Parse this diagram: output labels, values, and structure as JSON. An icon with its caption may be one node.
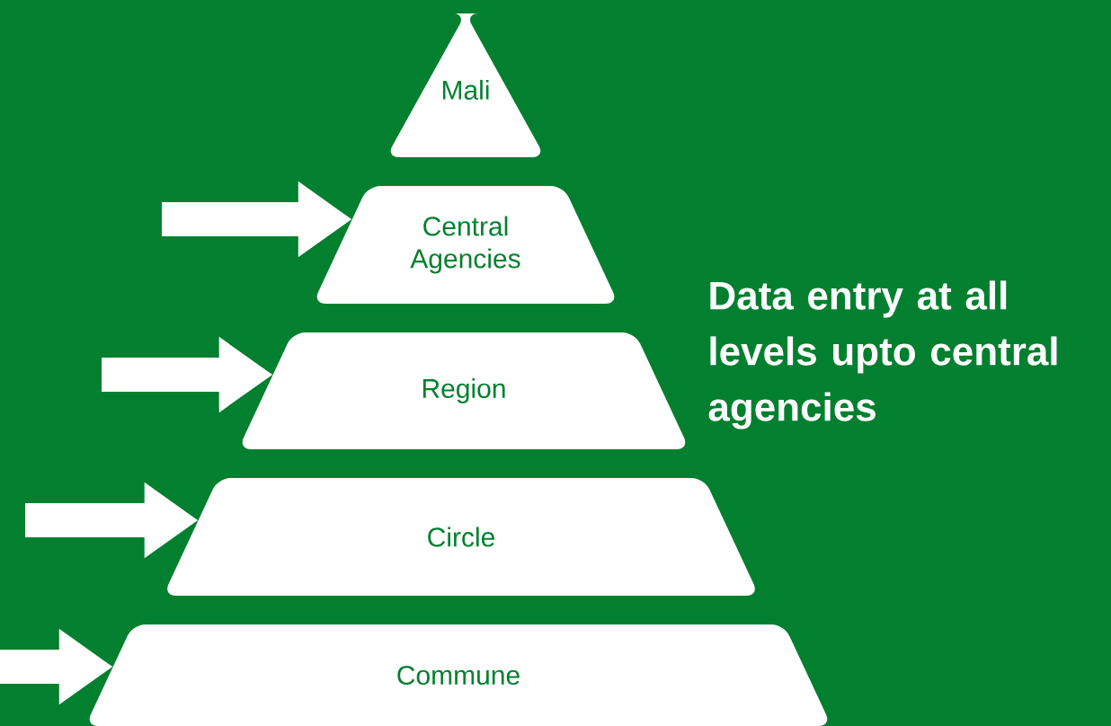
{
  "diagram": {
    "nodes": [
      {
        "text": [
          "Mali"
        ]
      },
      {
        "text": [
          "Central Agencies"
        ]
      },
      {
        "text": [
          "Region"
        ]
      },
      {
        "text": [
          "Circle"
        ]
      },
      {
        "text": [
          "Commune"
        ]
      }
    ],
    "edges": [
      {
        "from": null,
        "to": 1,
        "arrow": "to"
      },
      {
        "from": null,
        "to": 2,
        "arrow": "to"
      },
      {
        "from": null,
        "to": 3,
        "arrow": "to"
      },
      {
        "from": null,
        "to": 4,
        "arrow": "to"
      }
    ],
    "labels": [
      "Data entry at all levels upto central agencies"
    ]
  }
}
